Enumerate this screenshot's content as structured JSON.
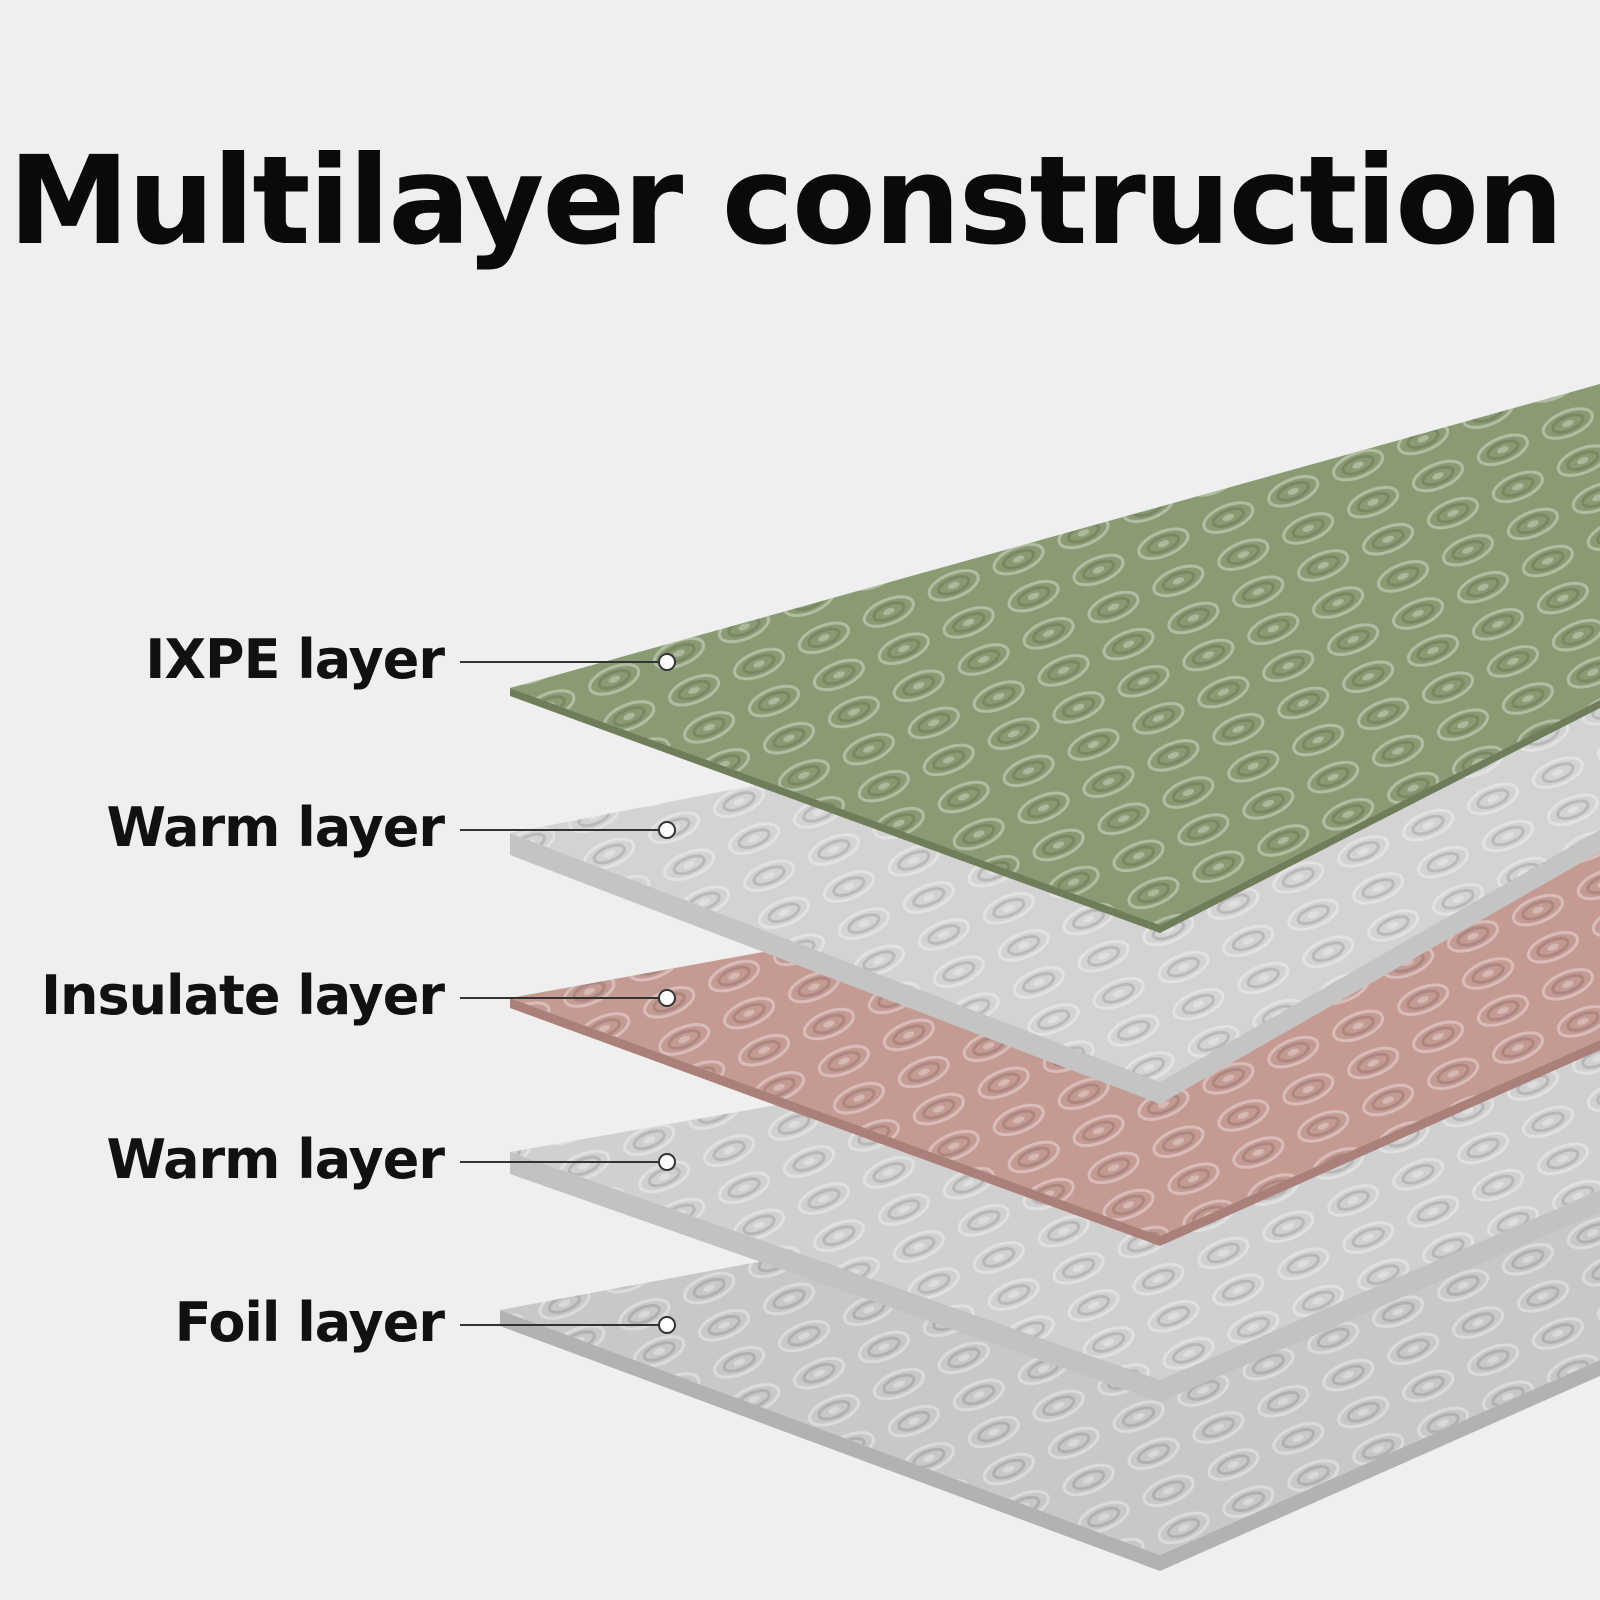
{
  "title": "Multilayer construction",
  "layers": [
    {
      "label": "IXPE layer",
      "color": "#8a9a72",
      "edge": "#6f7d5a"
    },
    {
      "label": "Warm layer",
      "color": "#d3d3d3",
      "edge": "#c4c4c4"
    },
    {
      "label": "Insulate layer",
      "color": "#c49a93",
      "edge": "#ab807a"
    },
    {
      "label": "Warm layer",
      "color": "#d0d0d0",
      "edge": "#c2c2c2"
    },
    {
      "label": "Foil layer",
      "color": "#c8c8c8",
      "edge": "#b2b2b2"
    }
  ],
  "leader_color": "#333333",
  "marker_color": "#ffffff"
}
